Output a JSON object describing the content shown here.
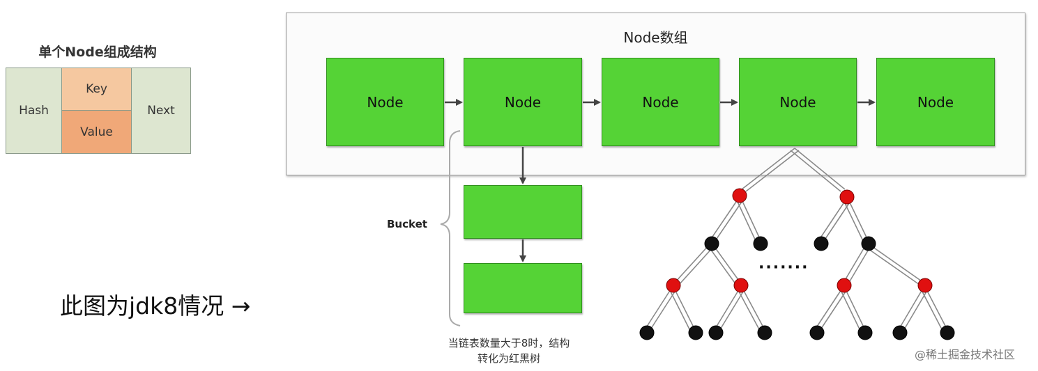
{
  "structure": {
    "title": "单个Node组成结构",
    "hash": "Hash",
    "key": "Key",
    "value": "Value",
    "next": "Next"
  },
  "note": "此图为jdk8情况 →",
  "array": {
    "title": "Node数组",
    "nodes": [
      "Node",
      "Node",
      "Node",
      "Node",
      "Node"
    ]
  },
  "bucket": {
    "label": "Bucket",
    "conversion_line1": "当链表数量大于8时，结构",
    "conversion_line2": "转化为红黑树"
  },
  "tree": {
    "ellipsis": "·······",
    "red_color": "#e01010",
    "black_color": "#111111"
  },
  "colors": {
    "node_green": "#55d336",
    "key_orange": "#f5c8a0",
    "value_orange": "#f0a878",
    "hash_next_green": "#dde6d0"
  },
  "watermark": "@稀土掘金技术社区"
}
